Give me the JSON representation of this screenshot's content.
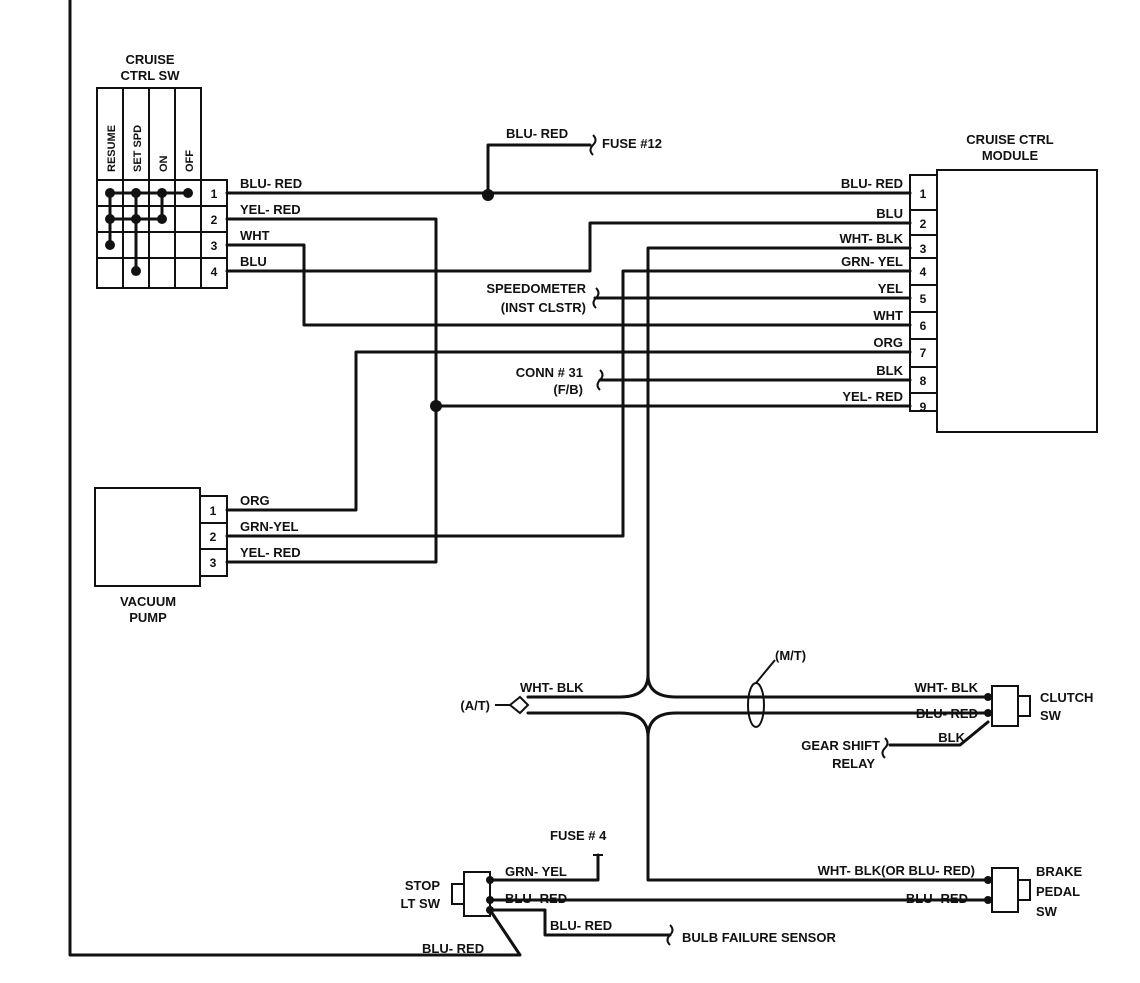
{
  "components": {
    "cruise_sw": {
      "title_line1": "CRUISE",
      "title_line2": "CTRL SW",
      "columns": [
        "RESUME",
        "SET SPD",
        "ON",
        "OFF"
      ],
      "pins": [
        "1",
        "2",
        "3",
        "4"
      ],
      "wires": [
        "BLU- RED",
        "YEL- RED",
        "WHT",
        "BLU"
      ]
    },
    "module": {
      "title_line1": "CRUISE CTRL",
      "title_line2": "MODULE",
      "pins": [
        "1",
        "2",
        "3",
        "4",
        "5",
        "6",
        "7",
        "8",
        "9"
      ],
      "wires": [
        "BLU- RED",
        "BLU",
        "WHT- BLK",
        "GRN- YEL",
        "YEL",
        "WHT",
        "ORG",
        "BLK",
        "YEL- RED"
      ]
    },
    "vacuum_pump": {
      "label_line1": "VACUUM",
      "label_line2": "PUMP",
      "pins": [
        "1",
        "2",
        "3"
      ],
      "wires": [
        "ORG",
        "GRN-YEL",
        "YEL- RED"
      ]
    },
    "clutch_sw": {
      "label_line1": "CLUTCH",
      "label_line2": "SW",
      "wires": [
        "WHT- BLK",
        "BLU- RED"
      ]
    },
    "brake_sw": {
      "label_line1": "BRAKE",
      "label_line2": "PEDAL",
      "label_line3": "SW",
      "wires": [
        "WHT- BLK(OR BLU- RED)",
        "BLU- RED"
      ]
    },
    "stop_sw": {
      "label_line1": "STOP",
      "label_line2": "LT SW",
      "wires": [
        "GRN- YEL",
        "BLU- RED",
        "BLU- RED"
      ]
    }
  },
  "annotations": {
    "top_blu_red": "BLU- RED",
    "fuse12": "FUSE #12",
    "speedo_line1": "SPEEDOMETER",
    "speedo_line2": "(INST CLSTR)",
    "conn_line1": "CONN # 31",
    "conn_line2": "(F/B)",
    "mt": "(M/T)",
    "at": "(A/T)",
    "at_wire": "WHT- BLK",
    "gear_line1": "GEAR SHIFT",
    "gear_line2": "RELAY",
    "gear_wire": "BLK",
    "fuse4": "FUSE # 4",
    "bulb": "BULB FAILURE SENSOR",
    "bottom_blu_red": "BLU- RED"
  }
}
